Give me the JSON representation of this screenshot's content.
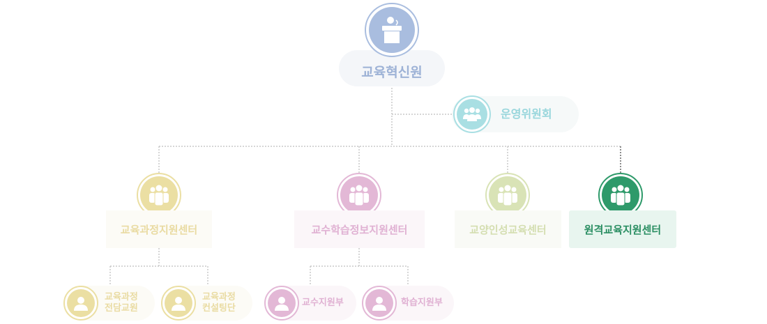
{
  "colors": {
    "head": "#a9bddf",
    "head_text": "#9db2d6",
    "committee": "#a9dfe3",
    "committee_text": "#98d6dc",
    "curriculum": "#ebdfa3",
    "curriculum_text": "#e9dba2",
    "teaching": "#e3b8d6",
    "teaching_text": "#e0b1d3",
    "liberal": "#d9e3b6",
    "liberal_text": "#d4deb0",
    "remote": "#2e9a6a",
    "remote_text": "#2a8e62",
    "line": "#cccccc",
    "line_dark": "#666666"
  },
  "nodes": {
    "head": {
      "label": "교육혁신원",
      "icon": "podium-icon"
    },
    "committee": {
      "label": "운영위원회",
      "icon": "group-icon"
    },
    "curriculum": {
      "label": "교육과정지원센터",
      "icon": "group-icon"
    },
    "teaching": {
      "label": "교수학습정보지원센터",
      "icon": "group-icon"
    },
    "liberal": {
      "label": "교양인성교육센터",
      "icon": "group-icon"
    },
    "remote": {
      "label": "원격교육지원센터",
      "icon": "group-icon"
    }
  },
  "sub_units": {
    "curriculum_1": {
      "line1": "교육과정",
      "line2": "전담교원",
      "icon": "person-icon"
    },
    "curriculum_2": {
      "line1": "교육과정",
      "line2": "컨설팅단",
      "icon": "person-icon"
    },
    "teaching_1": {
      "label": "교수지원부",
      "icon": "person-icon"
    },
    "teaching_2": {
      "label": "학습지원부",
      "icon": "person-icon"
    }
  }
}
